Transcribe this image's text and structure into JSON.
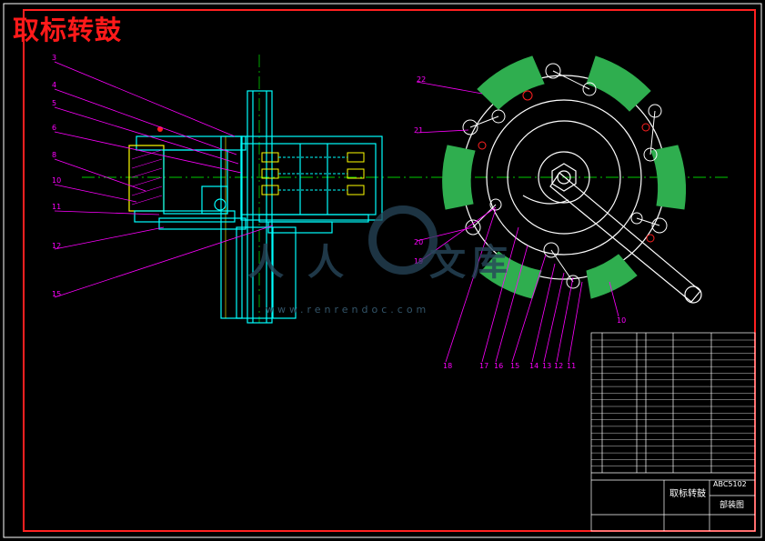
{
  "title": "取标转鼓",
  "watermark": {
    "logo_text": [
      "人",
      "人",
      "文",
      "库"
    ],
    "url": "www.renrendoc.com"
  },
  "callouts_left": [
    "3",
    "4",
    "5",
    "6",
    "8",
    "10",
    "11",
    "12",
    "15"
  ],
  "callouts_right_upper": [
    "22",
    "21",
    "20",
    "19"
  ],
  "callouts_bottom": [
    "18",
    "17",
    "16",
    "15",
    "14",
    "13",
    "12",
    "11",
    "10"
  ],
  "title_block": {
    "name": "取标转鼓",
    "drawing_code": "ABC5102",
    "drawing_type": "部装图"
  },
  "colors": {
    "background": "#000000",
    "frame": "#ff2020",
    "title": "#ff1a1a",
    "part": "#00ffff",
    "leader": "#ff00ff",
    "centerline": "#00cc00",
    "hatch_green": "#2fae4f",
    "white": "#ffffff",
    "yellow": "#ffff00"
  }
}
